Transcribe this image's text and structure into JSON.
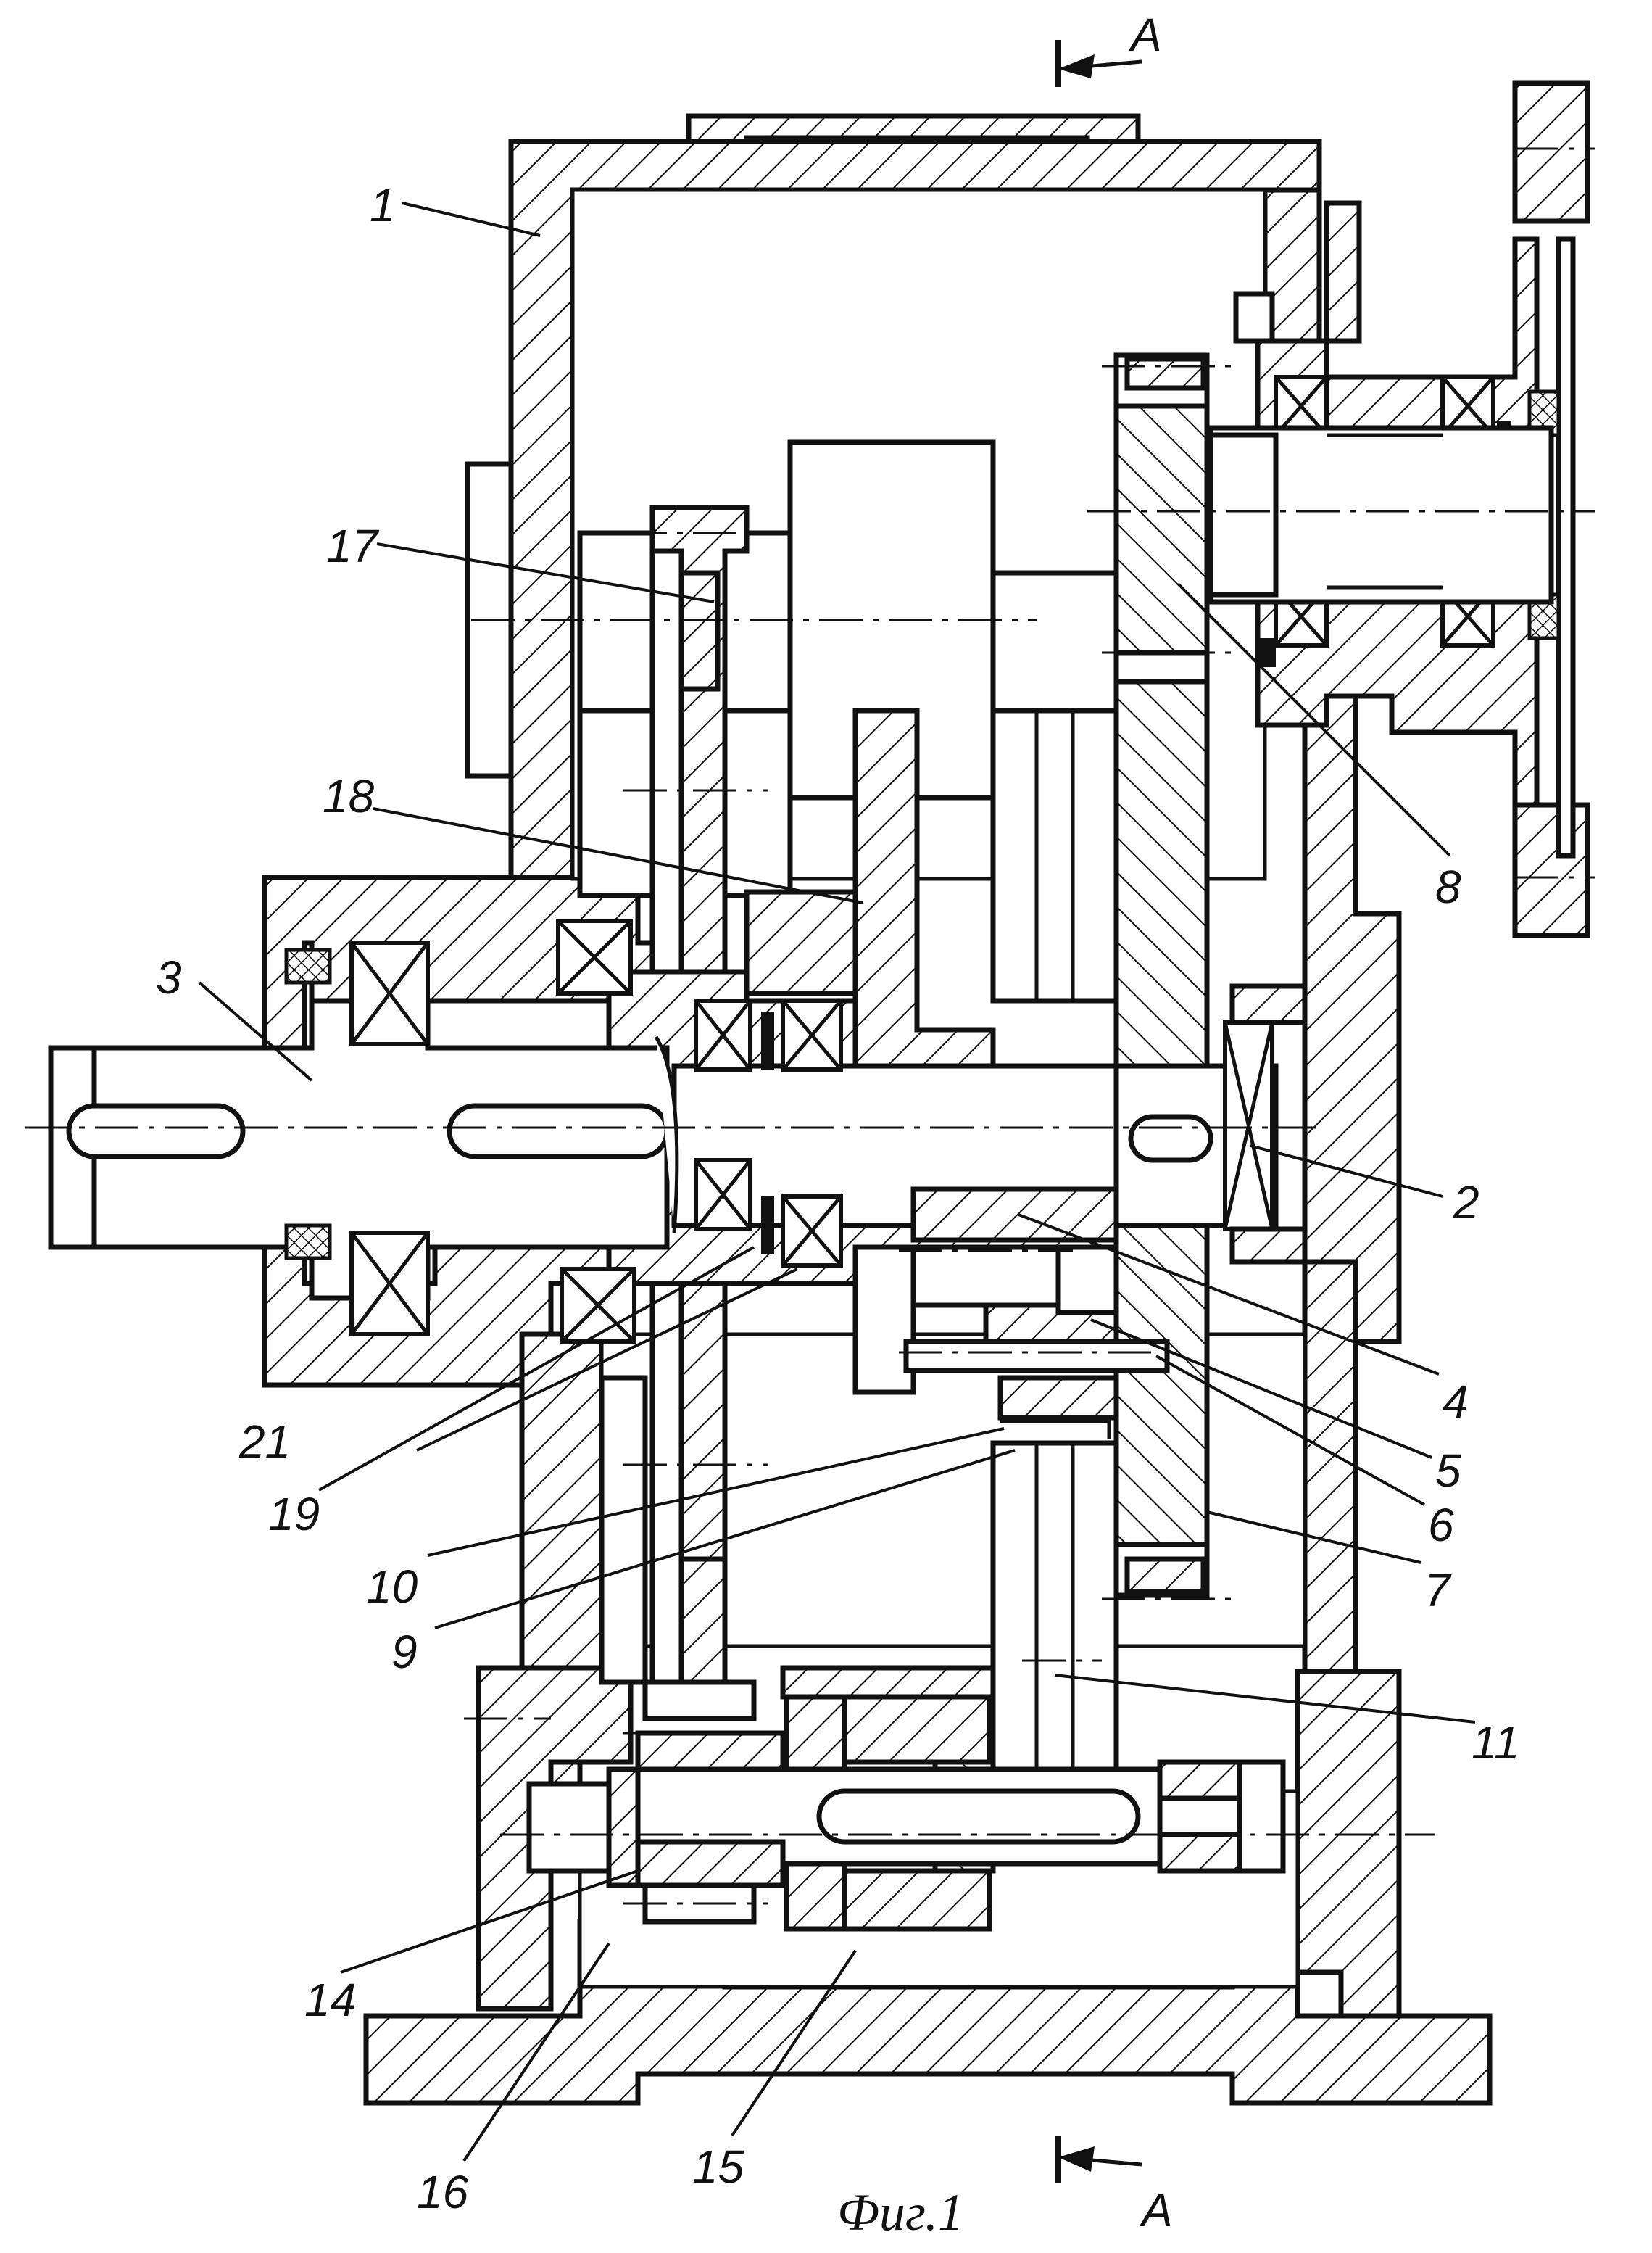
{
  "figure": {
    "caption": "Фиг.1",
    "section_marker": "A"
  },
  "part_labels": {
    "p1": "1",
    "p2": "2",
    "p3": "3",
    "p4": "4",
    "p5": "5",
    "p6": "6",
    "p7": "7",
    "p8": "8",
    "p9": "9",
    "p10": "10",
    "p11": "11",
    "p14": "14",
    "p15": "15",
    "p16": "16",
    "p17": "17",
    "p18": "18",
    "p19": "19",
    "p21": "21"
  }
}
